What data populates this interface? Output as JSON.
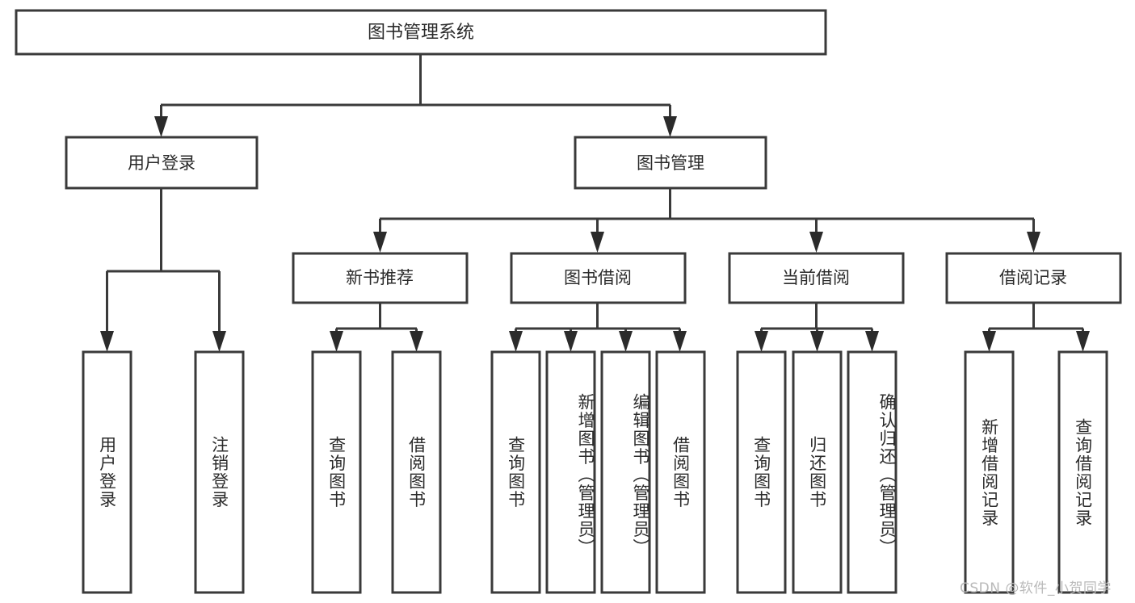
{
  "diagram": {
    "type": "tree",
    "title": "图书管理系统",
    "orientation": "top-down",
    "colors": {
      "box_stroke": "#3a3a3a",
      "box_fill": "#ffffff",
      "text": "#2b2b2b",
      "watermark": "#b9b9b9",
      "background": "#ffffff"
    },
    "root": {
      "id": "root",
      "label": "图书管理系统"
    },
    "level1": [
      {
        "id": "user-login",
        "label": "用户登录"
      },
      {
        "id": "book-manage",
        "label": "图书管理"
      }
    ],
    "level2": [
      {
        "id": "new-book-rec",
        "label": "新书推荐",
        "parent": "book-manage"
      },
      {
        "id": "book-borrow",
        "label": "图书借阅",
        "parent": "book-manage"
      },
      {
        "id": "current-borrow",
        "label": "当前借阅",
        "parent": "book-manage"
      },
      {
        "id": "borrow-record",
        "label": "借阅记录",
        "parent": "book-manage"
      }
    ],
    "leaves": [
      {
        "id": "leaf-user-login",
        "label": "用户登录",
        "parent": "user-login"
      },
      {
        "id": "leaf-logout",
        "label": "注销登录",
        "parent": "user-login"
      },
      {
        "id": "leaf-query-book-1",
        "label": "查询图书",
        "parent": "new-book-rec"
      },
      {
        "id": "leaf-borrow-book-1",
        "label": "借阅图书",
        "parent": "new-book-rec"
      },
      {
        "id": "leaf-query-book-2",
        "label": "查询图书",
        "parent": "book-borrow"
      },
      {
        "id": "leaf-add-book",
        "label": "新增图书（管理员）",
        "parent": "book-borrow"
      },
      {
        "id": "leaf-edit-book",
        "label": "编辑图书（管理员）",
        "parent": "book-borrow"
      },
      {
        "id": "leaf-borrow-book-2",
        "label": "借阅图书",
        "parent": "book-borrow"
      },
      {
        "id": "leaf-query-book-3",
        "label": "查询图书",
        "parent": "current-borrow"
      },
      {
        "id": "leaf-return-book",
        "label": "归还图书",
        "parent": "current-borrow"
      },
      {
        "id": "leaf-confirm-return",
        "label": "确认归还（管理员）",
        "parent": "current-borrow"
      },
      {
        "id": "leaf-add-record",
        "label": "新增借阅记录",
        "parent": "borrow-record"
      },
      {
        "id": "leaf-query-record",
        "label": "查询借阅记录",
        "parent": "borrow-record"
      }
    ]
  },
  "watermark": {
    "text": "CSDN @软件_小贺同学"
  }
}
